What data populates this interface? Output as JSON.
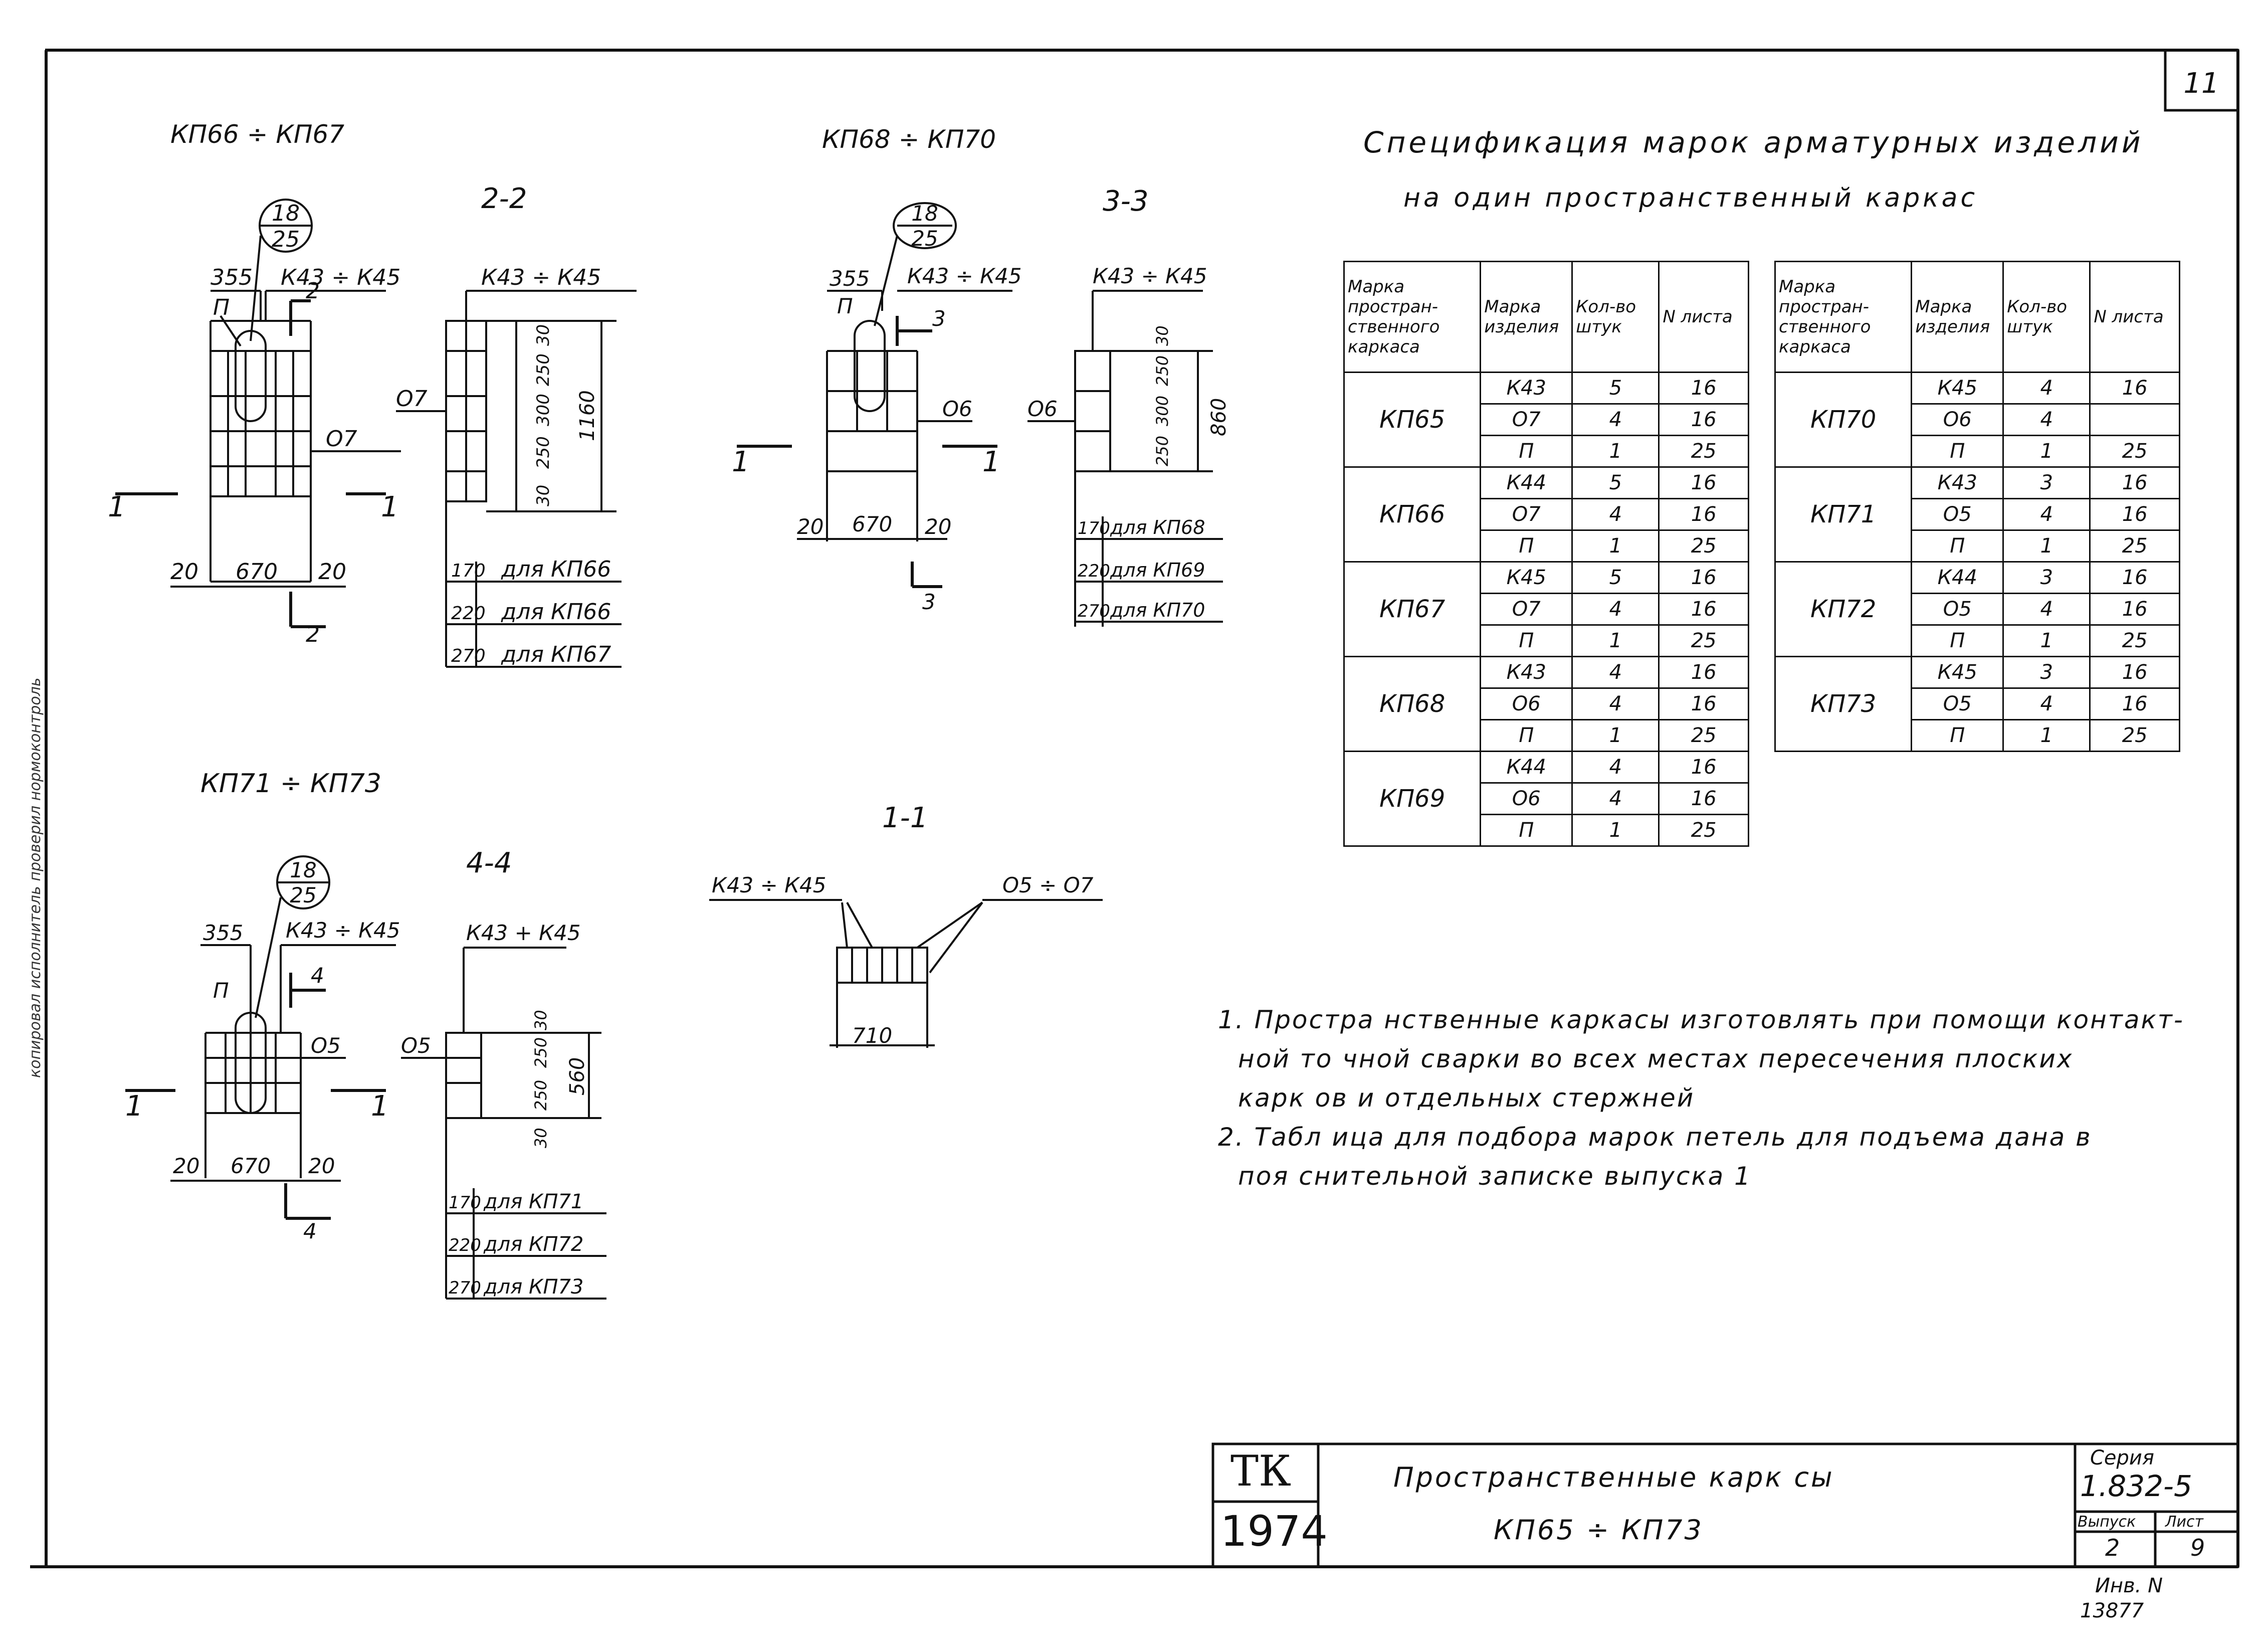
{
  "sheet_number": "11",
  "drawings": {
    "group1_title": "КП66 ÷ КП67",
    "group2_title": "КП68 ÷ КП70",
    "group3_title": "КП71 ÷ КП73",
    "section_2_2": "2-2",
    "section_3_3": "3-3",
    "section_4_4": "4-4",
    "section_1_1": "1-1",
    "bubble_top": "18",
    "bubble_bottom": "25",
    "mark_range": "К43 ÷ К45",
    "mark_range_b": "К43 + К45",
    "loop_mark": "П",
    "label_o7": "О7",
    "label_o6": "О6",
    "label_o5": "О5",
    "label_o5_o7": "О5 ÷ О7",
    "cut_1": "1",
    "cut_2": "2",
    "cut_3": "3",
    "cut_4": "4",
    "dim_355": "355",
    "dim_670": "670",
    "dim_20": "20",
    "dim_710": "710",
    "dim_30": "30",
    "dim_250": "250",
    "dim_300": "300",
    "dim_1160": "1160",
    "dim_860": "860",
    "dim_560": "560",
    "dim_170": "170",
    "dim_220": "220",
    "dim_270": "270",
    "for_kp66": "для КП66",
    "for_kp66b": "для КП66",
    "for_kp67": "для КП67",
    "for_kp68": "для КП68",
    "for_kp69": "для КП69",
    "for_kp70": "для КП70",
    "for_kp71": "для КП71",
    "for_kp72": "для КП72",
    "for_kp73": "для КП73"
  },
  "spec": {
    "title_line1": "Спецификация марок арматурных изделий",
    "title_line2": "на один пространственный каркас",
    "headers": [
      "Марка простран-ственного каркаса",
      "Марка изделия",
      "Кол-во штук",
      "N листа"
    ],
    "left_table": [
      {
        "frame": "КП65",
        "rows": [
          [
            "К43",
            "5",
            "16"
          ],
          [
            "О7",
            "4",
            "16"
          ],
          [
            "П",
            "1",
            "25"
          ]
        ]
      },
      {
        "frame": "КП66",
        "rows": [
          [
            "К44",
            "5",
            "16"
          ],
          [
            "О7",
            "4",
            "16"
          ],
          [
            "П",
            "1",
            "25"
          ]
        ]
      },
      {
        "frame": "КП67",
        "rows": [
          [
            "К45",
            "5",
            "16"
          ],
          [
            "О7",
            "4",
            "16"
          ],
          [
            "П",
            "1",
            "25"
          ]
        ]
      },
      {
        "frame": "КП68",
        "rows": [
          [
            "К43",
            "4",
            "16"
          ],
          [
            "О6",
            "4",
            "16"
          ],
          [
            "П",
            "1",
            "25"
          ]
        ]
      },
      {
        "frame": "КП69",
        "rows": [
          [
            "К44",
            "4",
            "16"
          ],
          [
            "О6",
            "4",
            "16"
          ],
          [
            "П",
            "1",
            "25"
          ]
        ]
      }
    ],
    "right_table": [
      {
        "frame": "КП70",
        "rows": [
          [
            "К45",
            "4",
            "16"
          ],
          [
            "О6",
            "4",
            ""
          ],
          [
            "П",
            "1",
            "25"
          ]
        ]
      },
      {
        "frame": "КП71",
        "rows": [
          [
            "К43",
            "3",
            "16"
          ],
          [
            "О5",
            "4",
            "16"
          ],
          [
            "П",
            "1",
            "25"
          ]
        ]
      },
      {
        "frame": "КП72",
        "rows": [
          [
            "К44",
            "3",
            "16"
          ],
          [
            "О5",
            "4",
            "16"
          ],
          [
            "П",
            "1",
            "25"
          ]
        ]
      },
      {
        "frame": "КП73",
        "rows": [
          [
            "К45",
            "3",
            "16"
          ],
          [
            "О5",
            "4",
            "16"
          ],
          [
            "П",
            "1",
            "25"
          ]
        ]
      }
    ]
  },
  "notes": {
    "line1": "1. Простра   нственные каркасы изготовлять при помощи контакт-",
    "line2": "ной то    чной сварки во всех местах пересечения плоских",
    "line3": "карк   ов и отдельных стержней",
    "line4": "2. Табл  ица для подбора марок петель для подъема дана  в",
    "line5": "поя   снительной записке выпуска 1"
  },
  "title_block": {
    "org": "ТК",
    "year": "1974",
    "title_line1": "Пространственные карк   сы",
    "title_line2": "КП65 ÷ КП73",
    "series_label": "Серия",
    "series_value": "1.832-5",
    "issue_label": "Выпуск",
    "sheet_label": "Лист",
    "issue_value": "2",
    "sheet_value": "9",
    "inv_label": "Инв. N",
    "inv_value": "13877"
  },
  "margin_text": "копировал  исполнитель  проверил  нормоконтроль"
}
